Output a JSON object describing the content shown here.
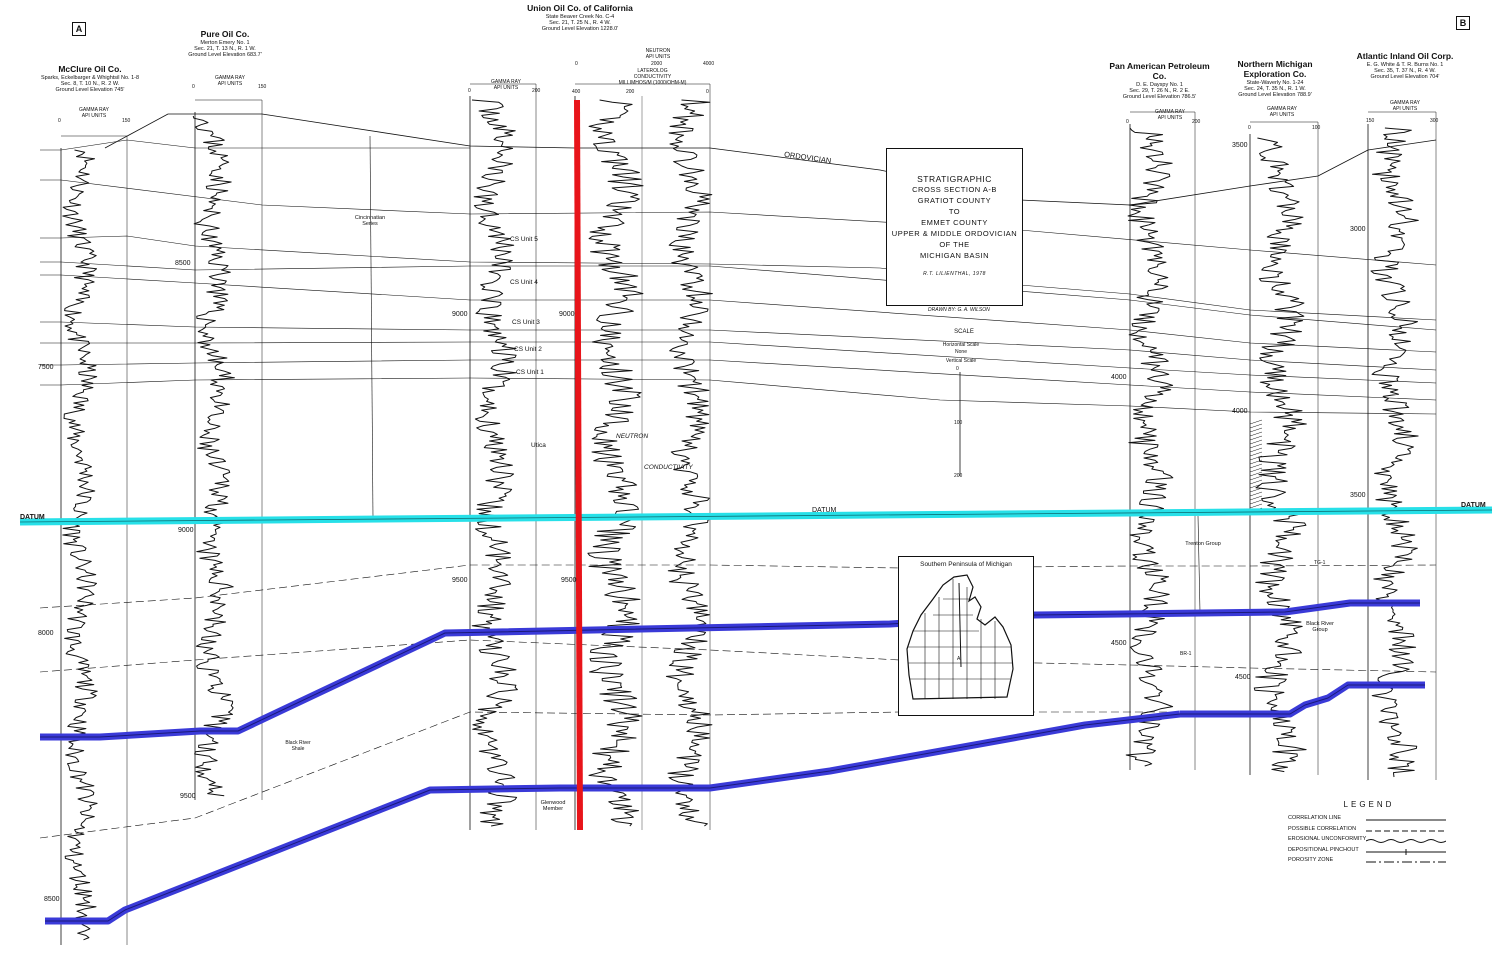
{
  "labels": {
    "left": "A",
    "right": "B"
  },
  "wells": [
    {
      "company": "McClure Oil Co.",
      "well": "Sparks, Eckelbarger & Whightsil No. 1-8",
      "location": "Sec. 8, T. 10 N., R. 2 W.",
      "elevation": "Ground Level Elevation 745'",
      "scale_lo": "0",
      "scale_hi": "150",
      "log": "GAMMA RAY",
      "units": "API UNITS"
    },
    {
      "company": "Pure Oil Co.",
      "well": "Merton Emery No. 1",
      "location": "Sec. 21, T. 13 N., R. 1 W.",
      "elevation": "Ground Level Elevation 683.7'",
      "scale_lo": "0",
      "scale_hi": "150",
      "log": "GAMMA RAY",
      "units": "API UNITS"
    },
    {
      "company": "Union Oil Co. of California",
      "well": "State Beaver Creek No. C-4",
      "location": "Sec. 21, T. 25 N., R. 4 W.",
      "elevation": "Ground Level Elevation 1228.0'",
      "scale_lo": "0",
      "scale_hi": "200",
      "log": "GAMMA RAY",
      "units": "API UNITS"
    },
    {
      "company": "Pan American Petroleum Co.",
      "well": "D. E. Dayspy No. 1",
      "location": "Sec. 29, T. 26 N., R. 2 E.",
      "elevation": "Ground Level Elevation 786.5'",
      "scale_lo": "0",
      "scale_hi": "200",
      "log": "GAMMA RAY",
      "units": "API UNITS"
    },
    {
      "company": "Northern Michigan Exploration Co.",
      "well": "State-Waverly No. 1-24",
      "location": "Sec. 24, T. 35 N., R. 1 W.",
      "elevation": "Ground Level Elevation 788.9'",
      "scale_lo": "0",
      "scale_hi": "100",
      "log": "GAMMA RAY",
      "units": "API UNITS"
    },
    {
      "company": "Atlantic Inland Oil Corp.",
      "well": "E. G. White & T. R. Burns No. 1",
      "location": "Sec. 35, T. 37 N., R. 4 W.",
      "elevation": "Ground Level Elevation 704'",
      "scale_lo": "150",
      "scale_hi": "300",
      "log": "GAMMA RAY",
      "units": "API UNITS"
    }
  ],
  "neutron_header": {
    "title": "NEUTRON",
    "units": "API UNITS",
    "mid": "2000",
    "hi": "4000",
    "lo": "0"
  },
  "laterolog_header": {
    "title": "LATEROLOG",
    "sub": "CONDUCTIVITY",
    "units": "MILLIMHOS/M (1000/OHM-M)",
    "lo": "400",
    "mid": "200",
    "hi": "0"
  },
  "formations": {
    "ordovician": "ORDOVICIAN",
    "cincinnatian": "Cincinnatian Series",
    "units": [
      "CS Unit 5",
      "CS Unit 4",
      "CS Unit 3",
      "CS Unit 2",
      "CS Unit 1"
    ],
    "utica": "Utica",
    "trenton": "Trenton Group",
    "black_river": "Black River Group",
    "black_river_shale": "Black River Shale",
    "glenwood": "Glenwood Member",
    "tg1": "TG-1",
    "br1": "BR-1",
    "neutron_curve": "NEUTRON",
    "conductivity_curve": "CONDUCTIVITY"
  },
  "datum": "DATUM",
  "depths": {
    "w1": [
      "7500",
      "8000",
      "8500"
    ],
    "w2": [
      "8500",
      "9000",
      "9500"
    ],
    "w3": [
      "9000",
      "9500"
    ],
    "w3b": [
      "9000",
      "9500"
    ],
    "w4": [
      "4000",
      "4500"
    ],
    "w5": [
      "3500",
      "4000",
      "4500"
    ],
    "w6": [
      "3000",
      "3500"
    ]
  },
  "title_box": {
    "lines": [
      "STRATIGRAPHIC",
      "CROSS SECTION A-B",
      "GRATIOT COUNTY",
      "TO",
      "EMMET COUNTY",
      "UPPER & MIDDLE ORDOVICIAN",
      "OF THE",
      "MICHIGAN BASIN"
    ],
    "author": "R.T. LILIENTHAL, 1978",
    "drawn": "DRAWN BY: G. A. WILSON"
  },
  "scale": {
    "title": "SCALE",
    "horizontal": "Horizontal Scale",
    "none": "None",
    "vertical": "Vertical Scale",
    "ticks": [
      "0",
      "100",
      "200"
    ]
  },
  "map": {
    "title": "Southern Peninsula of Michigan",
    "mark_a": "A"
  },
  "legend": {
    "title": "LEGEND",
    "items": [
      "CORRELATION LINE",
      "POSSIBLE CORRELATION",
      "EROSIONAL UNCONFORMITY",
      "DEPOSITIONAL PINCHOUT",
      "POROSITY ZONE"
    ]
  },
  "colors": {
    "datum_band": "#27e0e8",
    "marker_band": "#3a3ad8",
    "red_well": "#e8141a",
    "ink": "#111111"
  }
}
